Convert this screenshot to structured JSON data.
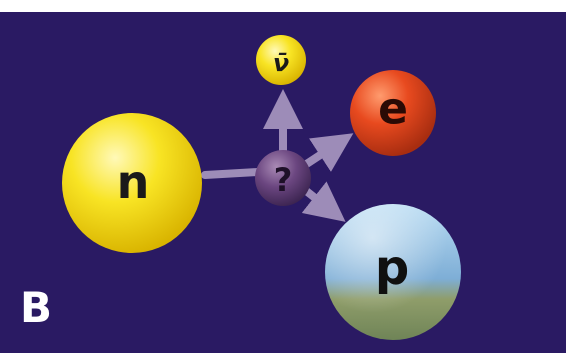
{
  "panel_label": "B",
  "particles": {
    "neutron": {
      "label": "n",
      "color": "#f7e21f"
    },
    "intermediate": {
      "label": "?",
      "color": "#6f4a83"
    },
    "antineutrino": {
      "label": "ν̄",
      "color": "#f7e21f"
    },
    "electron": {
      "label": "e",
      "color": "#e2451d"
    },
    "proton": {
      "label": "p",
      "color": "#86b7dc"
    }
  },
  "colors": {
    "background": "#2a1a63",
    "arrow": "#9d8cb8"
  }
}
